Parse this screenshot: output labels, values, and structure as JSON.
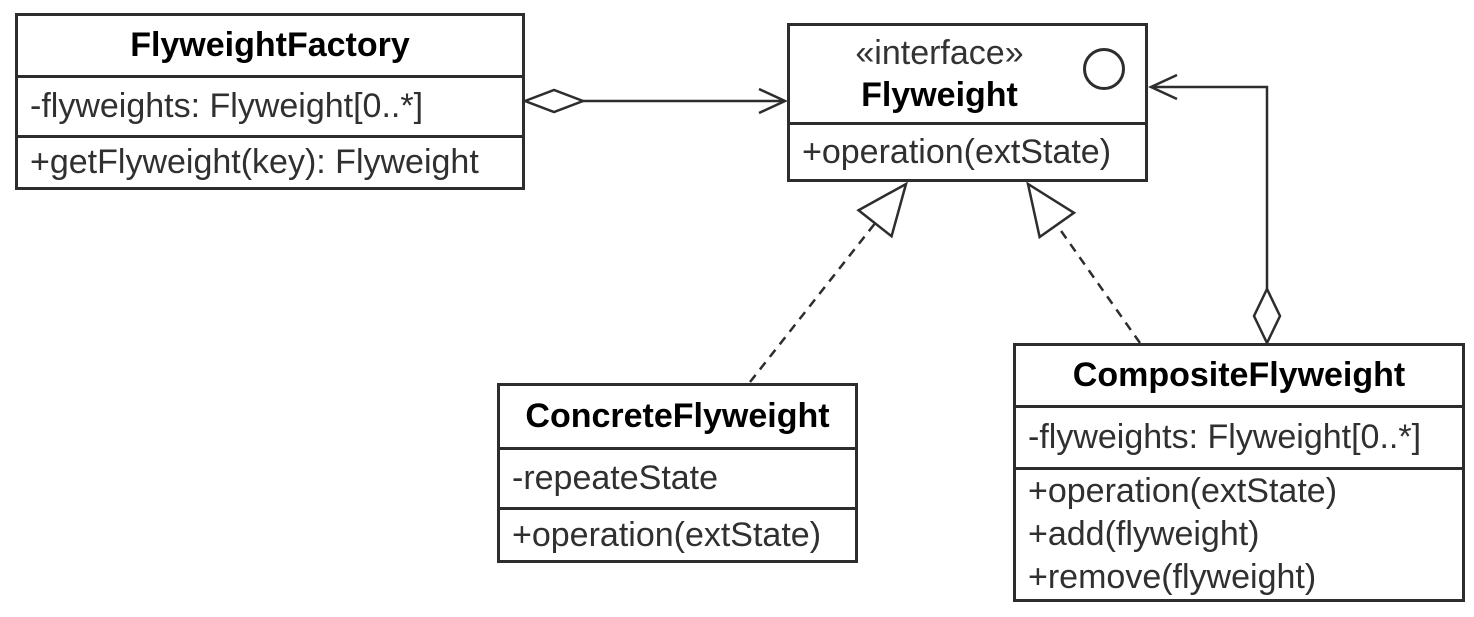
{
  "colors": {
    "background": "#ffffff",
    "line": "#2d2d2d",
    "text": "#303030",
    "title_text": "#000000",
    "shape_fill": "#ffffff"
  },
  "classes": {
    "factory": {
      "title": "FlyweightFactory",
      "attributes": [
        "-flyweights: Flyweight[0..*]"
      ],
      "methods": [
        "+getFlyweight(key): Flyweight"
      ]
    },
    "flyweight": {
      "stereotype": "«interface»",
      "title": "Flyweight",
      "icon": "interface-circle-icon",
      "methods": [
        "+operation(extState)"
      ]
    },
    "concrete": {
      "title": "ConcreteFlyweight",
      "attributes": [
        "-repeateState"
      ],
      "methods": [
        "+operation(extState)"
      ]
    },
    "composite": {
      "title": "CompositeFlyweight",
      "attributes": [
        "-flyweights: Flyweight[0..*]"
      ],
      "methods": [
        "+operation(extState)",
        "+add(flyweight)",
        "+remove(flyweight)"
      ]
    }
  },
  "relationships": [
    {
      "type": "aggregation",
      "from": "FlyweightFactory",
      "to": "Flyweight",
      "line": "solid",
      "head": "open-arrow",
      "tail": "hollow-diamond"
    },
    {
      "type": "realization",
      "from": "ConcreteFlyweight",
      "to": "Flyweight",
      "line": "dashed",
      "head": "hollow-triangle"
    },
    {
      "type": "realization",
      "from": "CompositeFlyweight",
      "to": "Flyweight",
      "line": "dashed",
      "head": "hollow-triangle"
    },
    {
      "type": "aggregation",
      "from": "CompositeFlyweight",
      "to": "Flyweight",
      "line": "solid",
      "head": "open-arrow",
      "tail": "hollow-diamond"
    }
  ]
}
